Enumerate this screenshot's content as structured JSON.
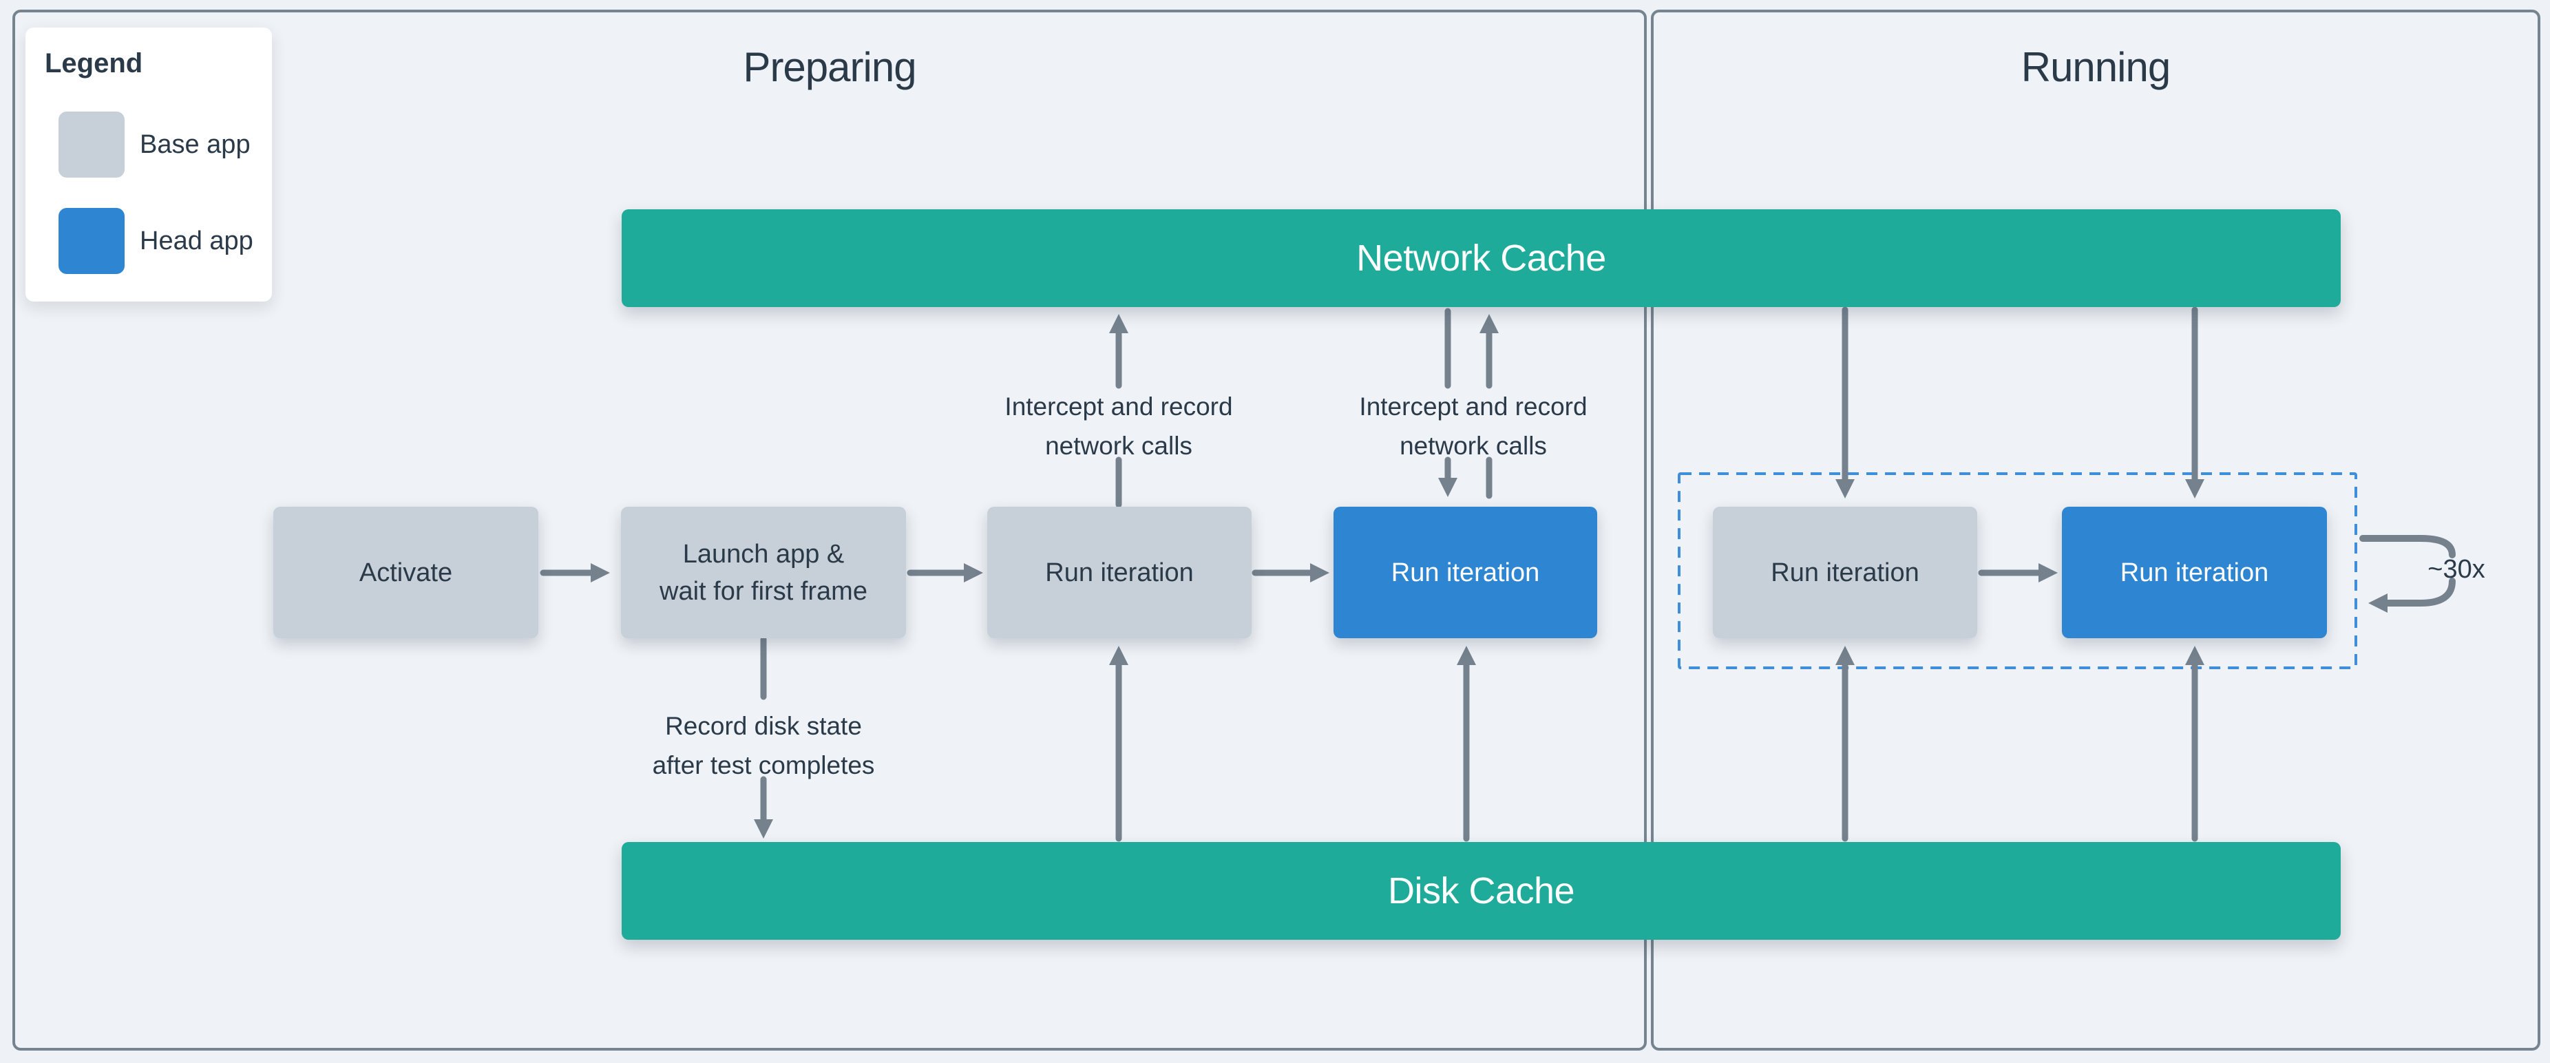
{
  "sections": {
    "preparing": "Preparing",
    "running": "Running"
  },
  "legend": {
    "title": "Legend",
    "items": [
      {
        "label": "Base app",
        "color": "#C7D0D9"
      },
      {
        "label": "Head app",
        "color": "#2E86D2"
      }
    ]
  },
  "caches": {
    "network": "Network Cache",
    "disk": "Disk Cache"
  },
  "nodes": {
    "activate": "Activate",
    "launch_line1": "Launch app &",
    "launch_line2": "wait for first frame",
    "run_iteration": "Run iteration"
  },
  "edge_labels": {
    "intercept_line1": "Intercept and record",
    "intercept_line2": "network calls",
    "record_line1": "Record disk state",
    "record_line2": "after test completes",
    "loop_count": "~30x"
  },
  "colors": {
    "background": "#EEF1F5",
    "panel_border": "#76848F",
    "cache_teal": "#1FAB9A",
    "head_blue": "#2E86D2",
    "base_gray": "#C7D0D9",
    "arrow_gray": "#75828E",
    "text_ink": "#2B3A49",
    "dashed_blue": "#3F8EDB"
  }
}
